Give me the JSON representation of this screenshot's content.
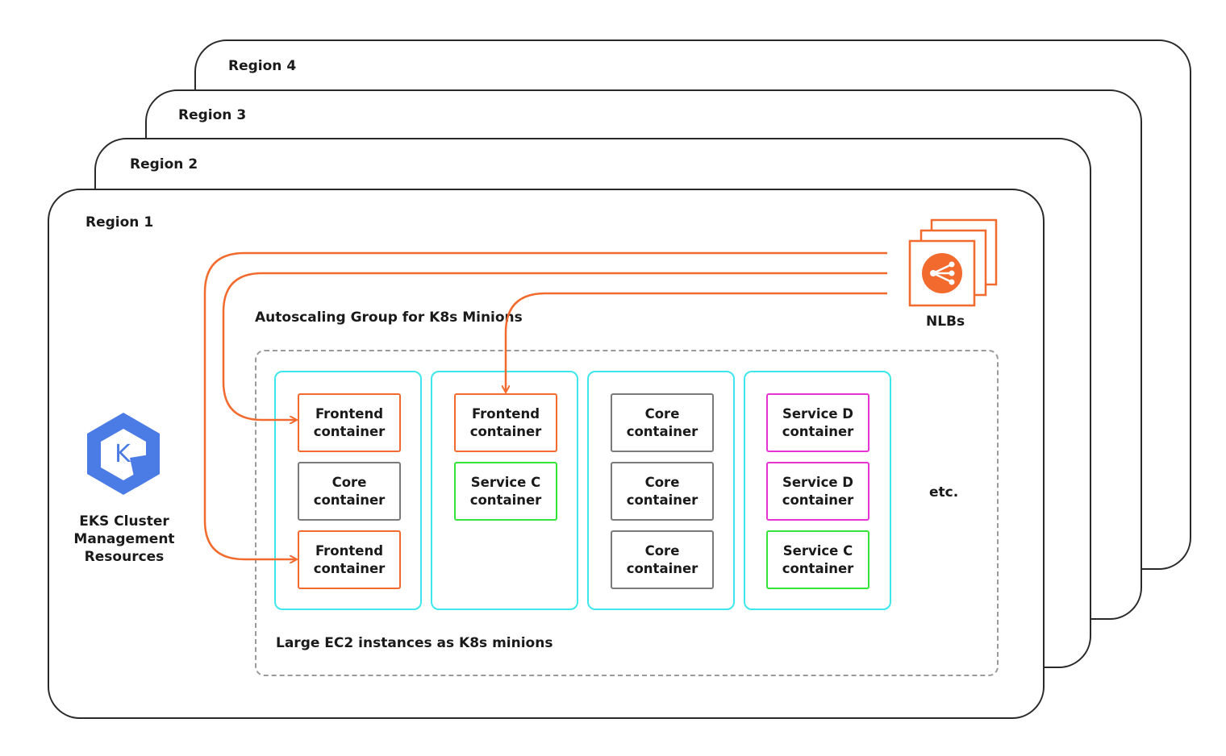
{
  "regions": [
    {
      "label": "Region 4"
    },
    {
      "label": "Region 3"
    },
    {
      "label": "Region 2"
    },
    {
      "label": "Region 1"
    }
  ],
  "autoscaling_group_label": "Autoscaling Group for K8s Minions",
  "ec2_label": "Large EC2 instances as K8s minions",
  "etc_label": "etc.",
  "eks": {
    "label": "EKS Cluster\nManagement\nResources",
    "icon": "kubernetes-icon",
    "icon_letter": "K"
  },
  "nlb": {
    "label": "NLBs",
    "icon": "load-balancer-icon"
  },
  "nodes": [
    {
      "containers": [
        {
          "label": "Frontend\ncontainer",
          "type": "frontend"
        },
        {
          "label": "Core\ncontainer",
          "type": "core"
        },
        {
          "label": "Frontend\ncontainer",
          "type": "frontend"
        }
      ]
    },
    {
      "containers": [
        {
          "label": "Frontend\ncontainer",
          "type": "frontend"
        },
        {
          "label": "Service C\ncontainer",
          "type": "svcc"
        }
      ]
    },
    {
      "containers": [
        {
          "label": "Core\ncontainer",
          "type": "core"
        },
        {
          "label": "Core\ncontainer",
          "type": "core"
        },
        {
          "label": "Core\ncontainer",
          "type": "core"
        }
      ]
    },
    {
      "containers": [
        {
          "label": "Service D\ncontainer",
          "type": "svcd"
        },
        {
          "label": "Service D\ncontainer",
          "type": "svcd"
        },
        {
          "label": "Service C\ncontainer",
          "type": "svcc"
        }
      ]
    }
  ],
  "colors": {
    "frontend": "#f26a2d",
    "core": "#7a7a7a",
    "service_c": "#35e43b",
    "service_d": "#e534d3",
    "node_border": "#3ee7ec",
    "eks_blue": "#4b7be5"
  }
}
